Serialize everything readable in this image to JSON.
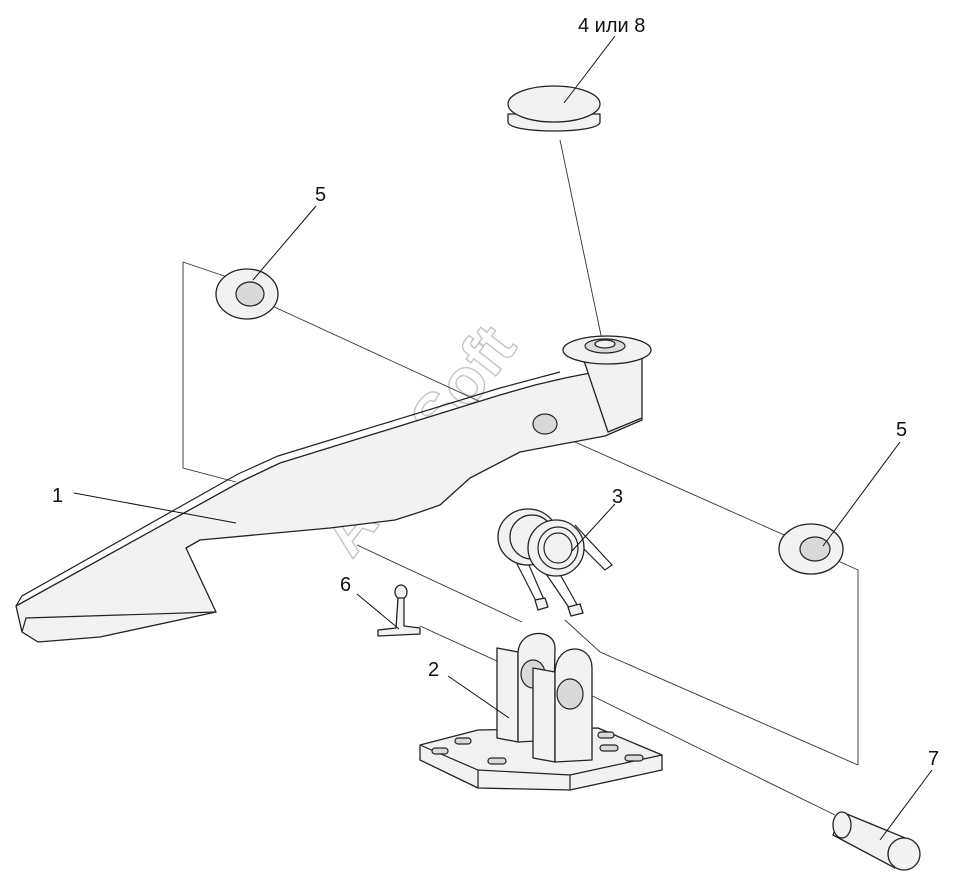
{
  "labels": {
    "pedal": "1",
    "bracket": "2",
    "spring": "3",
    "pad": "4 или 8",
    "washer_left": "5",
    "washer_right": "5",
    "cotter_pin": "6",
    "axle_pin": "7"
  },
  "watermark": "AutoSoft"
}
